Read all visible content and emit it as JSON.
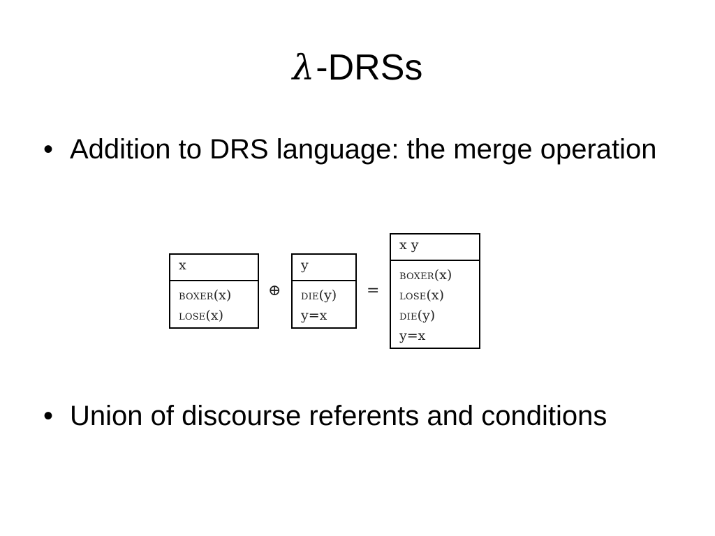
{
  "slide": {
    "title_symbol": "λ",
    "title_text": "-DRSs",
    "bullets": [
      {
        "marker": "•",
        "text": "Addition to DRS language:  the merge operation"
      },
      {
        "marker": "•",
        "text": "Union of discourse referents and conditions"
      }
    ]
  },
  "merge_diagram": {
    "operator_merge": "⊕",
    "operator_equals": "=",
    "left_drs": {
      "referents": "x",
      "conditions": [
        {
          "pred": "boxer",
          "arg": "(x)"
        },
        {
          "pred": "lose",
          "arg": "(x)"
        }
      ]
    },
    "middle_drs": {
      "referents": "y",
      "conditions": [
        {
          "pred": "die",
          "arg": "(y)"
        },
        {
          "pred": "",
          "arg": "y=x"
        }
      ]
    },
    "result_drs": {
      "referents": "x y",
      "conditions": [
        {
          "pred": "boxer",
          "arg": "(x)"
        },
        {
          "pred": "lose",
          "arg": "(x)"
        },
        {
          "pred": "die",
          "arg": "(y)"
        },
        {
          "pred": "",
          "arg": "y=x"
        }
      ]
    }
  }
}
